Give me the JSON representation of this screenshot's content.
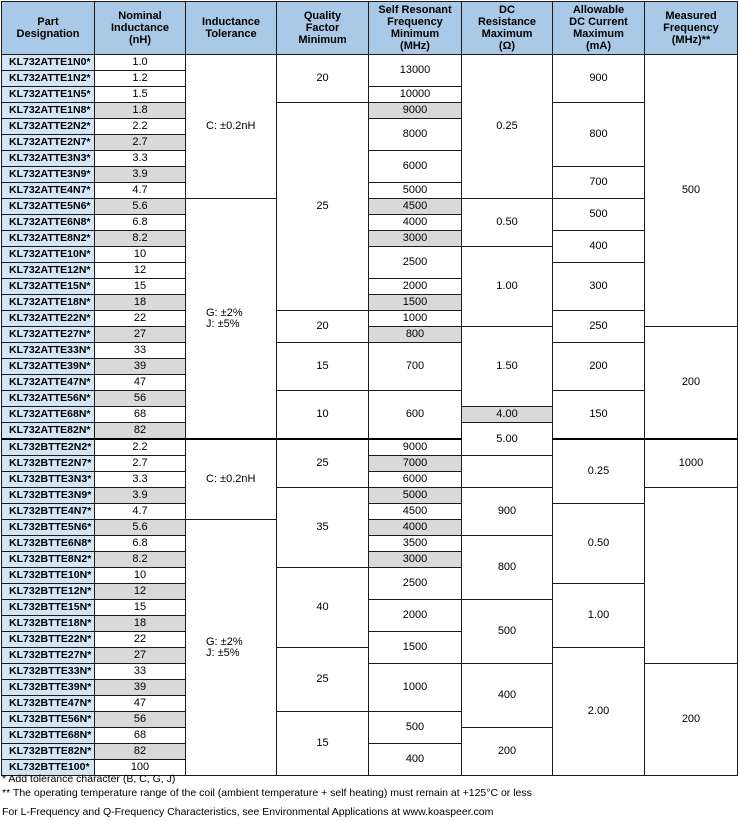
{
  "headers": [
    "Part\nDesignation",
    "Nominal\nInductance\n(nH)",
    "Inductance\nTolerance",
    "Quality\nFactor\nMinimum",
    "Self Resonant\nFrequency\nMinimum\n(MHz)",
    "DC\nResistance\nMaximum\n(Ω)",
    "Allowable\nDC Current\nMaximum\n(mA)",
    "Measured\nFrequency\n(MHz)**"
  ],
  "rows": [
    {
      "part": "KL732ATTE1N0*",
      "ind": "1.0"
    },
    {
      "part": "KL732ATTE1N2*",
      "ind": "1.2"
    },
    {
      "part": "KL732ATTE1N5*",
      "ind": "1.5"
    },
    {
      "part": "KL732ATTE1N8*",
      "ind": "1.8"
    },
    {
      "part": "KL732ATTE2N2*",
      "ind": "2.2"
    },
    {
      "part": "KL732ATTE2N7*",
      "ind": "2.7"
    },
    {
      "part": "KL732ATTE3N3*",
      "ind": "3.3"
    },
    {
      "part": "KL732ATTE3N9*",
      "ind": "3.9"
    },
    {
      "part": "KL732ATTE4N7*",
      "ind": "4.7"
    },
    {
      "part": "KL732ATTE5N6*",
      "ind": "5.6"
    },
    {
      "part": "KL732ATTE6N8*",
      "ind": "6.8"
    },
    {
      "part": "KL732ATTE8N2*",
      "ind": "8.2"
    },
    {
      "part": "KL732ATTE10N*",
      "ind": "10"
    },
    {
      "part": "KL732ATTE12N*",
      "ind": "12"
    },
    {
      "part": "KL732ATTE15N*",
      "ind": "15"
    },
    {
      "part": "KL732ATTE18N*",
      "ind": "18"
    },
    {
      "part": "KL732ATTE22N*",
      "ind": "22"
    },
    {
      "part": "KL732ATTE27N*",
      "ind": "27"
    },
    {
      "part": "KL732ATTE33N*",
      "ind": "33"
    },
    {
      "part": "KL732ATTE39N*",
      "ind": "39"
    },
    {
      "part": "KL732ATTE47N*",
      "ind": "47"
    },
    {
      "part": "KL732ATTE56N*",
      "ind": "56"
    },
    {
      "part": "KL732ATTE68N*",
      "ind": "68"
    },
    {
      "part": "KL732ATTE82N*",
      "ind": "82"
    },
    {
      "part": "KL732BTTE2N2*",
      "ind": "2.2"
    },
    {
      "part": "KL732BTTE2N7*",
      "ind": "2.7"
    },
    {
      "part": "KL732BTTE3N3*",
      "ind": "3.3"
    },
    {
      "part": "KL732BTTE3N9*",
      "ind": "3.9"
    },
    {
      "part": "KL732BTTE4N7*",
      "ind": "4.7"
    },
    {
      "part": "KL732BTTE5N6*",
      "ind": "5.6"
    },
    {
      "part": "KL732BTTE6N8*",
      "ind": "6.8"
    },
    {
      "part": "KL732BTTE8N2*",
      "ind": "8.2"
    },
    {
      "part": "KL732BTTE10N*",
      "ind": "10"
    },
    {
      "part": "KL732BTTE12N*",
      "ind": "12"
    },
    {
      "part": "KL732BTTE15N*",
      "ind": "15"
    },
    {
      "part": "KL732BTTE18N*",
      "ind": "18"
    },
    {
      "part": "KL732BTTE22N*",
      "ind": "22"
    },
    {
      "part": "KL732BTTE27N*",
      "ind": "27"
    },
    {
      "part": "KL732BTTE33N*",
      "ind": "33"
    },
    {
      "part": "KL732BTTE39N*",
      "ind": "39"
    },
    {
      "part": "KL732BTTE47N*",
      "ind": "47"
    },
    {
      "part": "KL732BTTE56N*",
      "ind": "56"
    },
    {
      "part": "KL732BTTE68N*",
      "ind": "68"
    },
    {
      "part": "KL732BTTE82N*",
      "ind": "82"
    },
    {
      "part": "KL732BTTE100*",
      "ind": "100"
    }
  ],
  "tolerance": [
    {
      "text": "C: ±0.2nH"
    },
    {
      "text": "G: ±2%\nJ:  ±5%"
    },
    {
      "text": "C: ±0.2nH"
    },
    {
      "text": "G: ±2%\nJ:  ±5%"
    }
  ],
  "q_factor": [
    {
      "text": "20"
    },
    {
      "text": "25"
    },
    {
      "text": "20"
    },
    {
      "text": "15"
    },
    {
      "text": "10"
    },
    {
      "text": "25"
    },
    {
      "text": "35"
    },
    {
      "text": "40"
    },
    {
      "text": "25"
    },
    {
      "text": "15"
    }
  ],
  "srf": [
    {
      "text": "13000"
    },
    {
      "text": "10000"
    },
    {
      "text": "9000"
    },
    {
      "text": "8000"
    },
    {
      "text": "6000"
    },
    {
      "text": "5000"
    },
    {
      "text": "4500"
    },
    {
      "text": "4000"
    },
    {
      "text": "3000"
    },
    {
      "text": "2500"
    },
    {
      "text": "2000"
    },
    {
      "text": "1500"
    },
    {
      "text": "1000"
    },
    {
      "text": "800"
    },
    {
      "text": "700"
    },
    {
      "text": "600"
    },
    {
      "text": "9000"
    },
    {
      "text": "7000"
    },
    {
      "text": "6000"
    },
    {
      "text": "5000"
    },
    {
      "text": "4500"
    },
    {
      "text": "4000"
    },
    {
      "text": "3500"
    },
    {
      "text": "3000"
    },
    {
      "text": "2500"
    },
    {
      "text": "2000"
    },
    {
      "text": "1500"
    },
    {
      "text": "1000"
    },
    {
      "text": "500"
    },
    {
      "text": "400"
    }
  ],
  "dc_resistance": [
    {
      "text": "0.25"
    },
    {
      "text": "0.50"
    },
    {
      "text": "1.00"
    },
    {
      "text": "1.50"
    },
    {
      "text": "4.00"
    },
    {
      "text": "5.00"
    },
    {
      "text": "0.25"
    },
    {
      "text": "0.50"
    },
    {
      "text": "1.00"
    },
    {
      "text": "2.00"
    }
  ],
  "dc_current": [
    {
      "text": "900"
    },
    {
      "text": "800"
    },
    {
      "text": "700"
    },
    {
      "text": "500"
    },
    {
      "text": "400"
    },
    {
      "text": "300"
    },
    {
      "text": "250"
    },
    {
      "text": "200"
    },
    {
      "text": "150"
    },
    {
      "text": "1000"
    },
    {
      "text": "900"
    },
    {
      "text": "800"
    },
    {
      "text": "500"
    },
    {
      "text": "400"
    },
    {
      "text": "200"
    }
  ],
  "measured_freq": [
    {
      "text": "500"
    },
    {
      "text": "200"
    },
    {
      "text": "500"
    },
    {
      "text": "200"
    }
  ],
  "notes": [
    "* Add tolerance character (B, C, G, J)",
    "** The operating temperature range of the coil (ambient temperature + self heating) must remain at +125°C or less",
    "For L-Frequency and Q-Frequency Characteristics, see Environmental Applications at www.koaspeer.com"
  ],
  "colors": {
    "header_bg": "#a9c9e6",
    "part_bg": "#d4e6f5",
    "shade_bg": "#d9d9d9",
    "border": "#1a1a1a"
  }
}
